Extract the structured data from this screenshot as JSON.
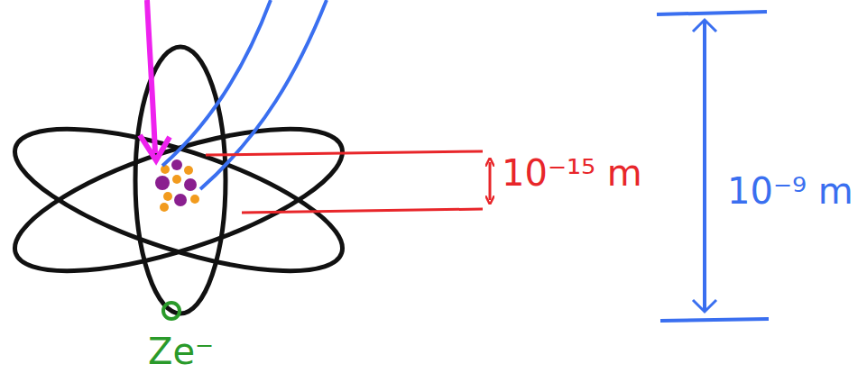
{
  "diagram": {
    "labels": [
      "10⁻¹⁵ m",
      "10⁻⁹ m",
      "Ze⁻"
    ]
  }
}
